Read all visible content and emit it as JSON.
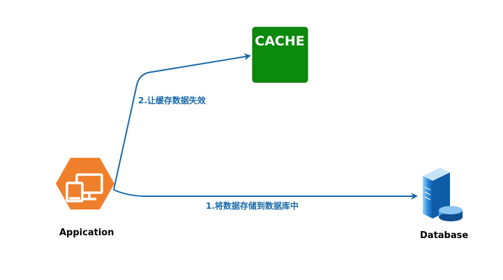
{
  "nodes": {
    "cache": {
      "label": "CACHE",
      "color": "#0b8a0b",
      "stroke": "#0a6a0a"
    },
    "application": {
      "label": "Appication",
      "icon": "desktop-monitors-icon",
      "color": "#f07f2c"
    },
    "database": {
      "label": "Database",
      "icon": "database-server-icon",
      "color": "#1f7fd0"
    }
  },
  "edges": {
    "invalidate": {
      "label": "2.让缓存数据失效",
      "color": "#1a6aa8"
    },
    "store": {
      "label": "1.将数据存储到数据库中",
      "color": "#1a6aa8"
    }
  }
}
